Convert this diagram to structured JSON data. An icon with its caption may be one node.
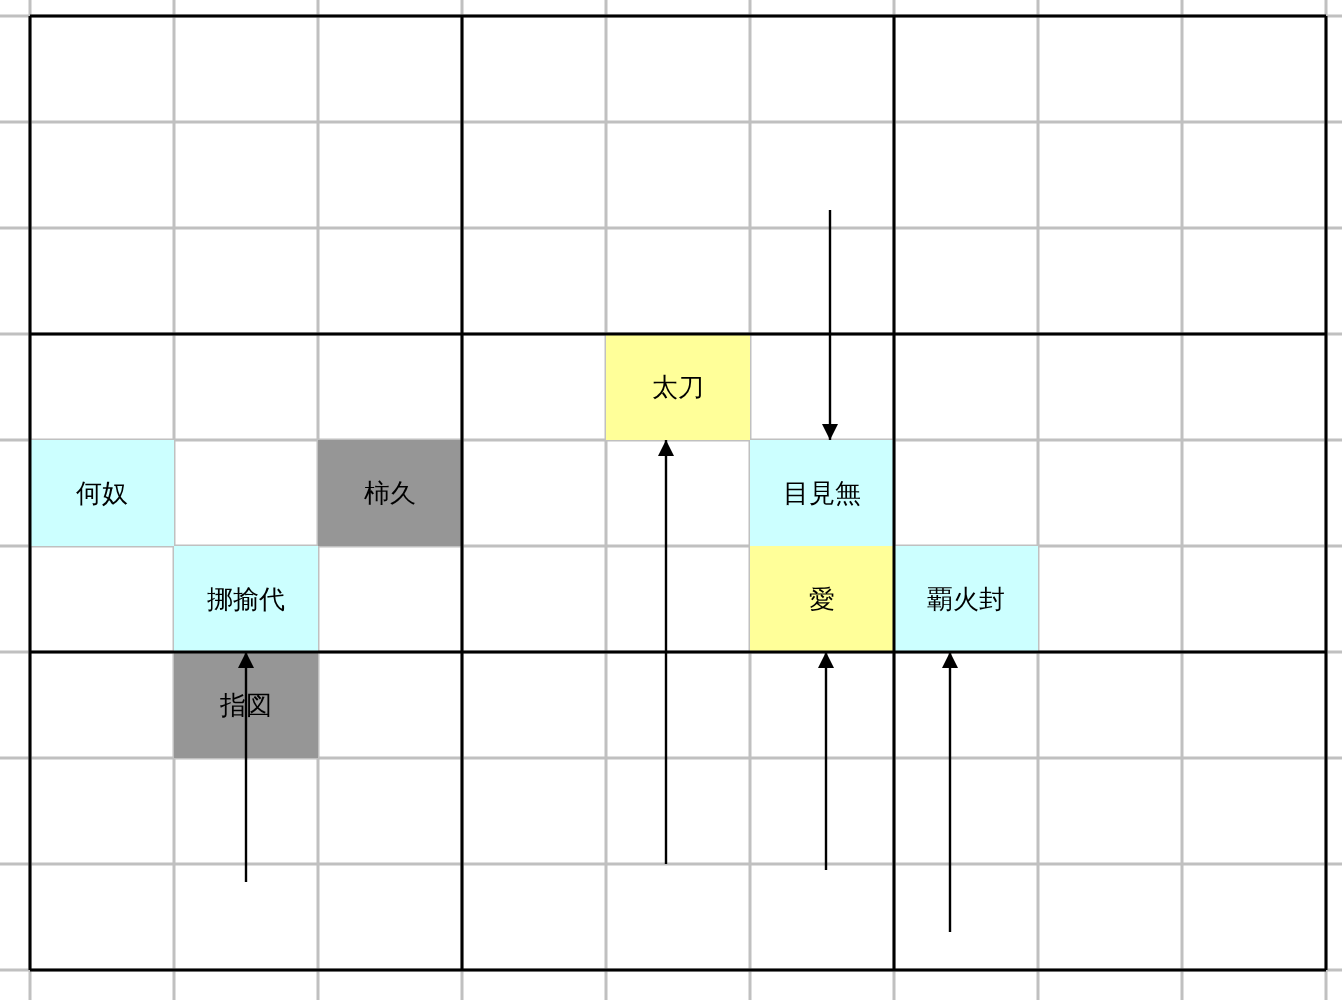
{
  "diagram": {
    "nodes": [
      {
        "text": [
          "何奴"
        ]
      },
      {
        "text": [
          "挪揄代"
        ]
      },
      {
        "text": [
          "柿久"
        ]
      },
      {
        "text": [
          "指図"
        ]
      },
      {
        "text": [
          "太刀"
        ]
      },
      {
        "text": [
          "目見無"
        ]
      },
      {
        "text": [
          "愛"
        ]
      },
      {
        "text": [
          "覇火封"
        ]
      }
    ],
    "edges": [
      {
        "from": null,
        "to": 1,
        "arrow": "to"
      },
      {
        "from": null,
        "to": 4,
        "arrow": "to"
      },
      {
        "from": null,
        "to": 5,
        "arrow": "to"
      },
      {
        "from": null,
        "to": 6,
        "arrow": "to"
      },
      {
        "from": null,
        "to": 7,
        "arrow": "to"
      }
    ]
  }
}
